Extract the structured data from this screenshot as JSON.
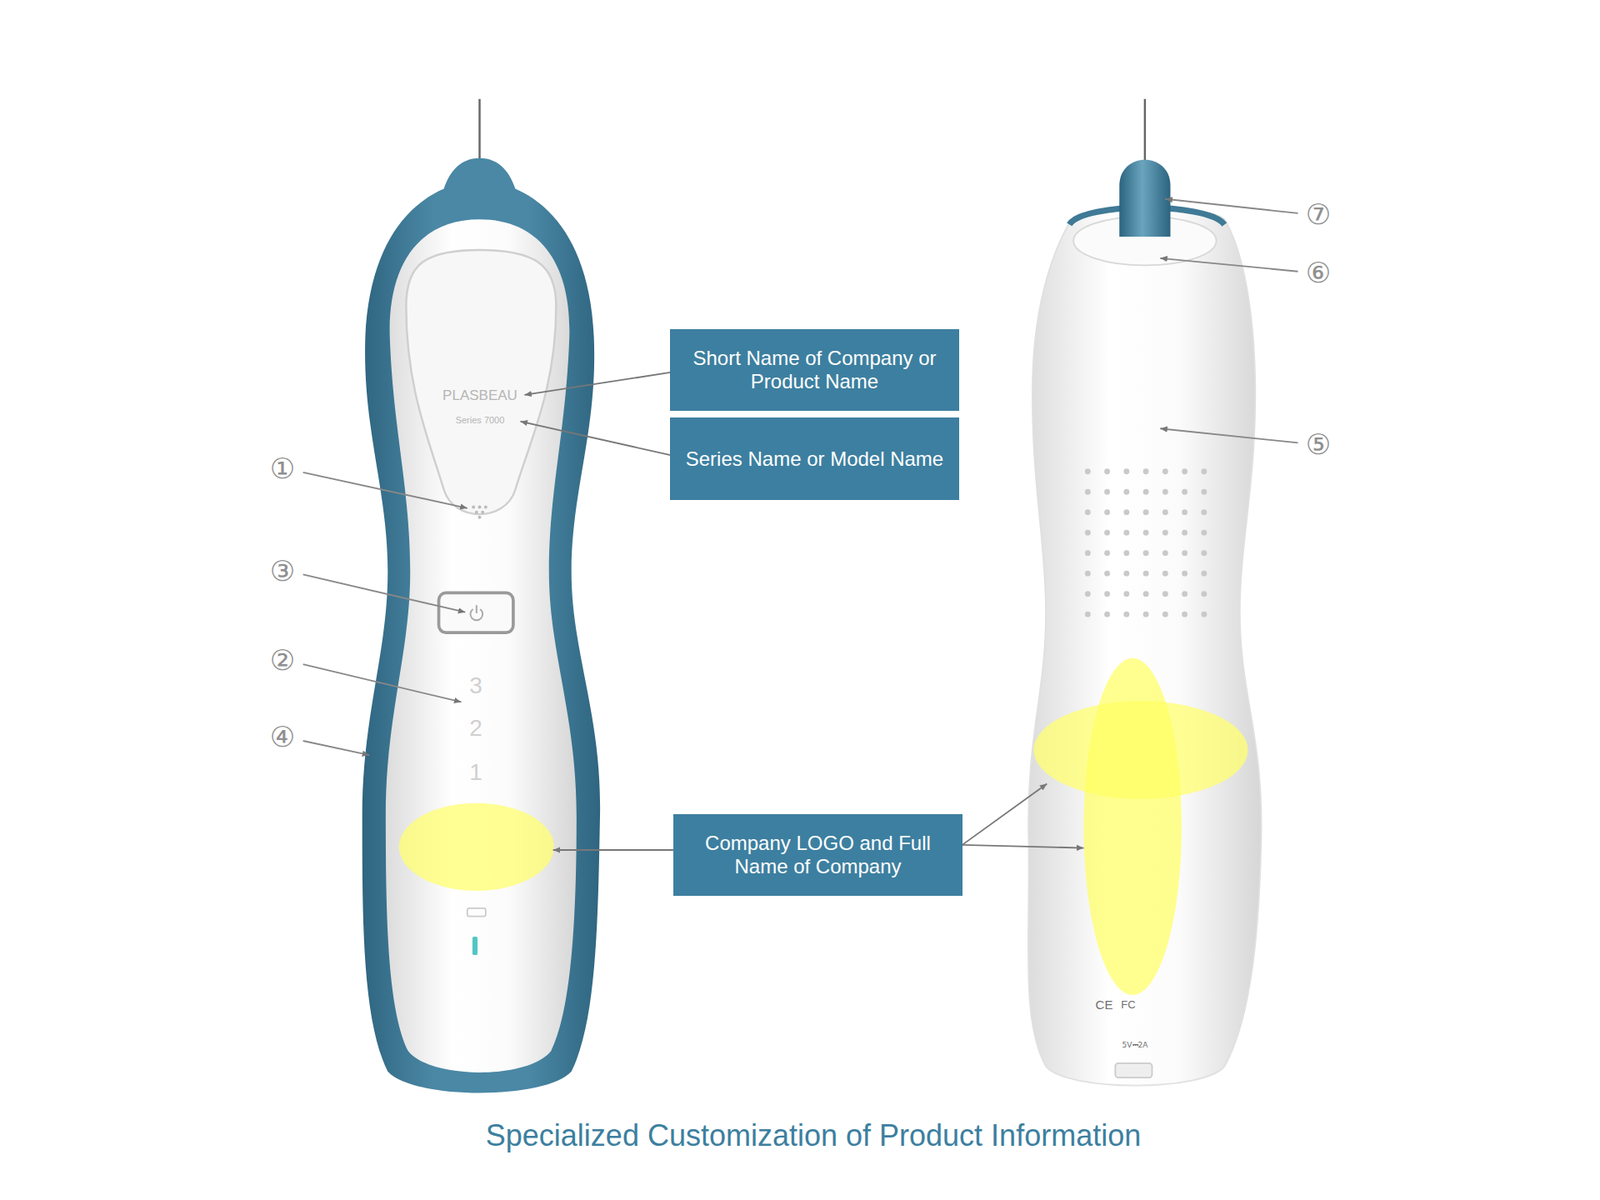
{
  "diagram": {
    "caption": "Specialized Customization of Product Information",
    "nodes": [
      {
        "text": [
          "Short Name of Company or Product Name"
        ]
      },
      {
        "text": [
          "Series Name or Model Name"
        ]
      },
      {
        "text": [
          "Company LOGO and Full Name of Company"
        ]
      }
    ],
    "labels": [
      "PLASBEAU",
      "Series 7000",
      "①",
      "③",
      "②",
      "④",
      "3",
      "2",
      "1",
      "⑦",
      "⑥",
      "⑤",
      "CE",
      "FC",
      "5V⎓2A"
    ]
  }
}
